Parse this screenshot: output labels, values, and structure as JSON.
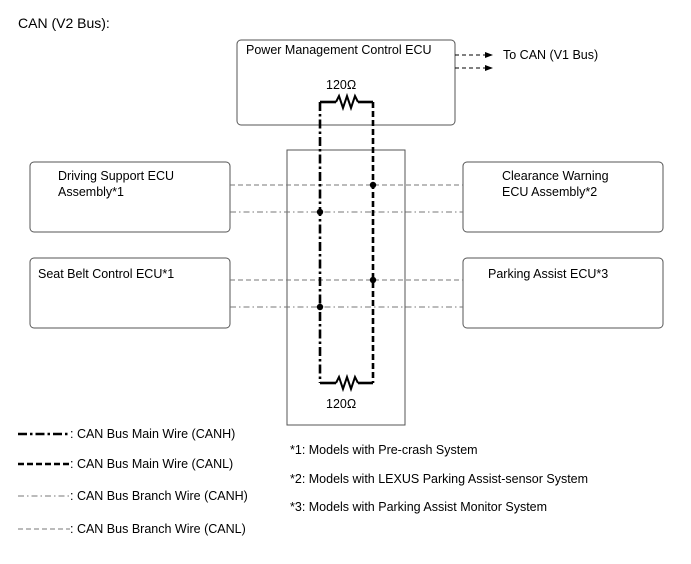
{
  "title": "CAN (V2 Bus):",
  "ecus": {
    "power": "Power Management Control ECU",
    "driving_1": "Driving Support ECU",
    "driving_2": "Assembly*1",
    "clearance_1": "Clearance Warning",
    "clearance_2": "ECU Assembly*2",
    "seatbelt": "Seat Belt Control ECU*1",
    "parking": "Parking Assist ECU*3"
  },
  "to_can": "To CAN (V1 Bus)",
  "resistor_top": "120Ω",
  "resistor_bottom": "120Ω",
  "legend": [
    {
      "label": ": CAN Bus Main Wire (CANH)"
    },
    {
      "label": ": CAN Bus Main Wire (CANL)"
    },
    {
      "label": ": CAN Bus Branch Wire (CANH)"
    },
    {
      "label": ": CAN Bus Branch Wire (CANL)"
    }
  ],
  "notes": [
    "*1: Models with Pre-crash System",
    "*2: Models with LEXUS Parking Assist-sensor System",
    "*3: Models with Parking Assist Monitor System"
  ]
}
